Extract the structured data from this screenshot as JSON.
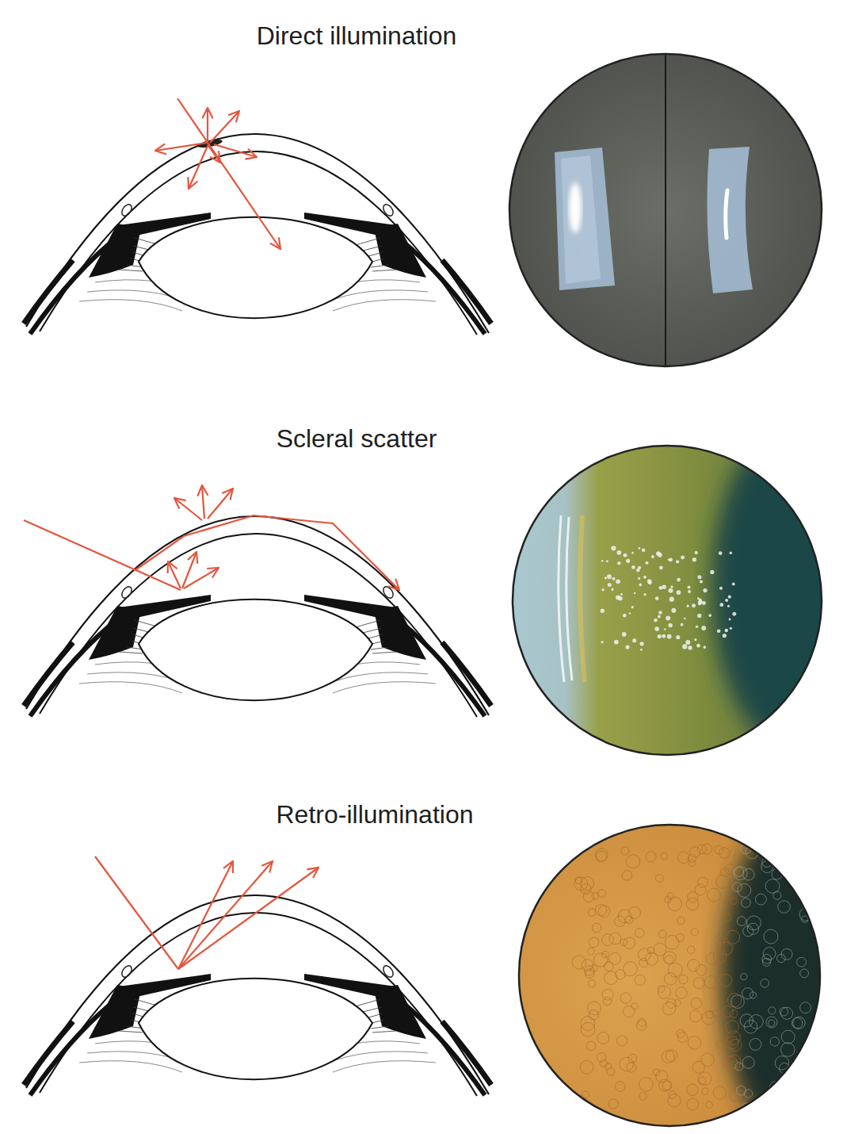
{
  "diagram": {
    "labels": [
      "Direct illumination",
      "Scleral scatter",
      "Retro-illumination"
    ]
  }
}
